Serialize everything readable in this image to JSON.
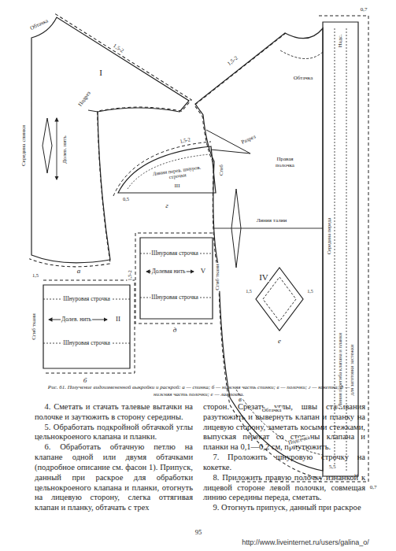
{
  "diagram": {
    "caption": "Рис. 61. Получение видоизмененной выкройки и раскрой: а — спинка; б — нижняя часть спинки; в — полочки; г — кокетка; д — нижняя часть полочки; е — ластовка.",
    "labels": [
      "Обтачка",
      "I",
      "Подрез",
      "Середина спинки",
      "Долев. нить",
      "1,5-2",
      "а",
      "Надс.",
      "0,7",
      "1,5-2",
      "Обтачка",
      "Разрез",
      "Правая полочка",
      "Линия талии",
      "IV",
      "Середина переда",
      "Линия перегиба клапана и планки",
      "для заготовки застежки",
      "Обтачка",
      "в",
      "Подсечка",
      "5,5",
      "0,7",
      "1,5-2",
      "Линии перев. шнуров. строчки",
      "III",
      "0,5",
      "Сгиб",
      "г",
      "1,5-2",
      "Шнуровая строчка",
      "Долевая нить",
      "V",
      "Шнуровая строчка",
      "Сгиб ткани",
      "д",
      "1,5",
      "Шнуровая строчка",
      "Долев. нить",
      "II",
      "Шнуровая строчка",
      "Сгиб ткани",
      "б",
      "1,5",
      "1,5",
      "е",
      "4. Сметать и стачать талевые вытачки на полочке и заутюжить в сторону середины.",
      "5. Обработать подкройной обтачкой углы цельнокроеного клапана и планки.",
      "6. Обработать обтачную петлю на клапане одной или двумя обтачками (подробное описание см. фасон 1). Припуск, данный при раскрое для обработки цельнокроеного клапана и планки, отогнуть на лицевую сторону, слегка оттягивая клапан и планку, обтачать с трех",
      "сторон. Срезать углы, швы стачивания разутюжить и вывернуть клапан и планку на лицевую сторону, заметать косыми стежками, выпуская перекат со стороны клапана и планки на 0,1—0,2 см, приутюжить.",
      "7. Проложить шнуровую строчку на кокетке.",
      "8. Приложить правую полочку изнанкой к лицевой стороне левой полочки, совмещая линию середины переда, сметать.",
      "9. Отогнуть припуск, данный при раскрое",
      "95",
      "http://www.liveinternet.ru/users/galina_o/"
    ]
  }
}
